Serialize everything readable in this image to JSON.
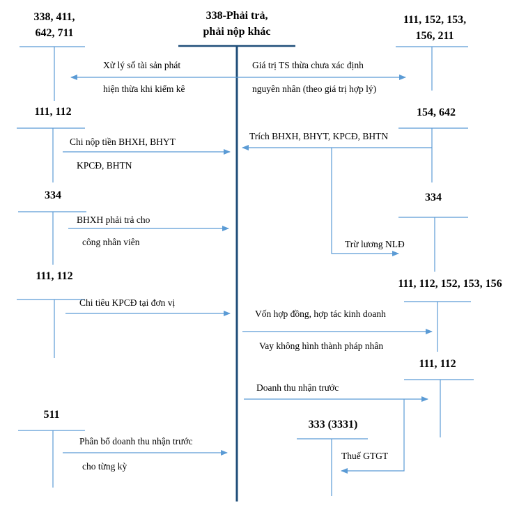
{
  "center": {
    "title_line1": "338-Phải trả,",
    "title_line2": "phải nộp khác"
  },
  "accounts": {
    "tl_1": "338, 411,",
    "tl_2": "642, 711",
    "tr_1": "111, 152, 153,",
    "tr_2": "156, 211",
    "l2": "111, 112",
    "r2": "154, 642",
    "l3": "334",
    "r3": "334",
    "l4": "111, 112",
    "r4": "111, 112, 152, 153, 156",
    "r5": "111, 112",
    "l6": "511",
    "r6": "333 (3331)"
  },
  "labels": {
    "surplus_1": "Xử lý số tài sản phát",
    "surplus_2": "hiện thừa khi kiểm kê",
    "unknown_1": "Giá trị TS thừa chưa xác định",
    "unknown_2": "nguyên nhân (theo giá trị hợp lý)",
    "pay_1": "Chi nộp tiền BHXH, BHYT",
    "pay_2": "KPCĐ, BHTN",
    "accrue": "Trích BHXH, BHYT, KPCĐ, BHTN",
    "payable_1": "BHXH phải trả cho",
    "payable_2": "công nhân viên",
    "deduct": "Trừ lương NLĐ",
    "spend": "Chi tiêu KPCĐ tại đơn vị",
    "contract": "Vốn hợp đồng, hợp tác kinh doanh",
    "loan": "Vay không hình thành pháp nhân",
    "advance": "Doanh thu nhận trước",
    "alloc_1": "Phân bổ doanh thu nhận trước",
    "alloc_2": "cho từng kỳ",
    "vat": "Thuế GTGT"
  }
}
